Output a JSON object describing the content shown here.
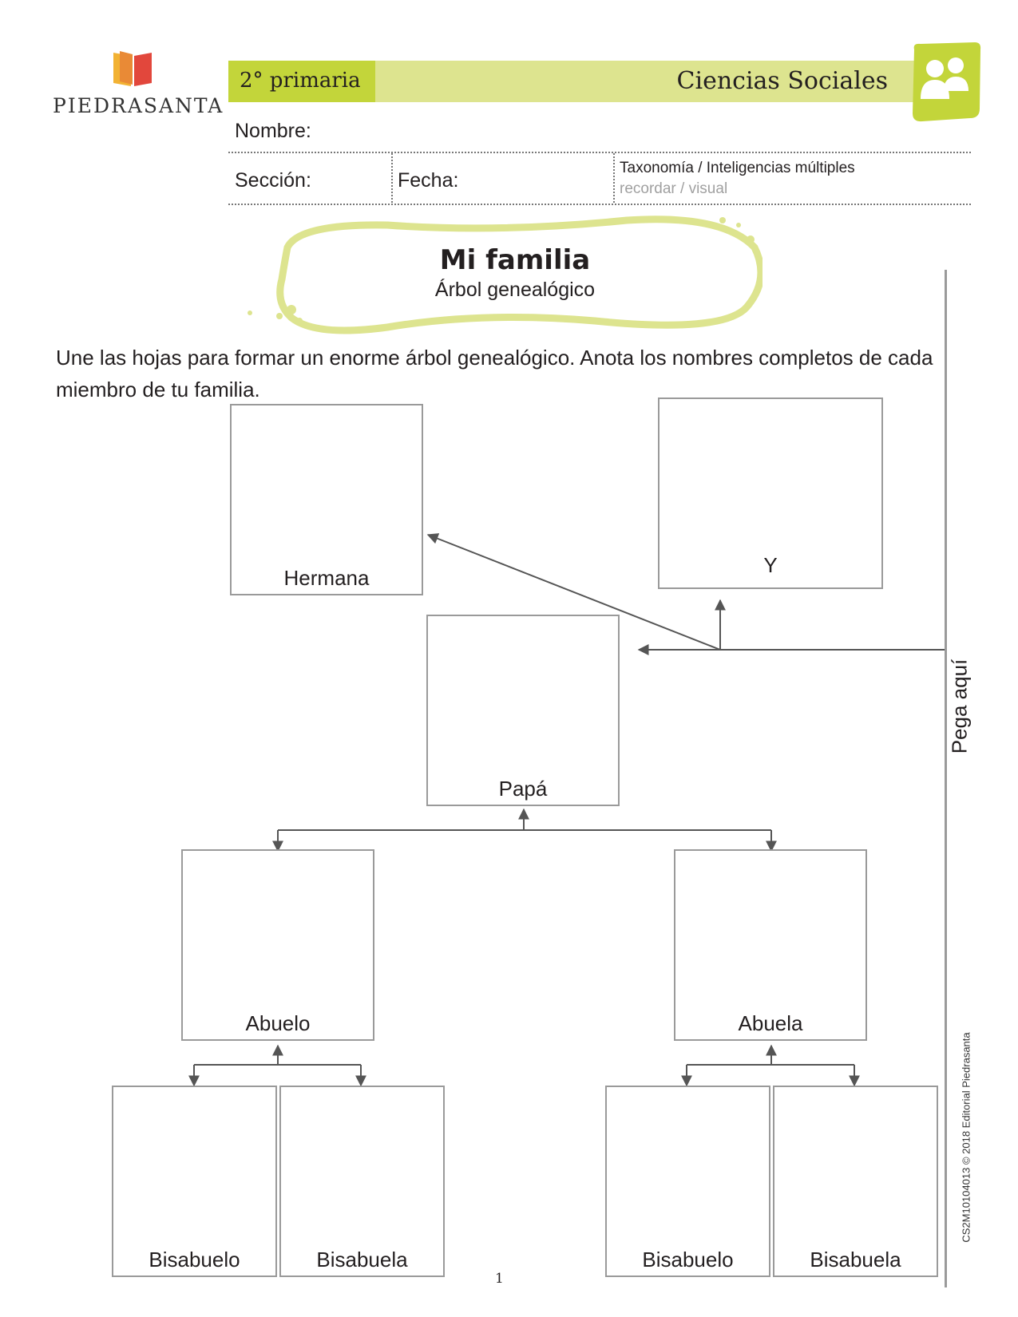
{
  "brand": {
    "name": "PIEDRASANTA",
    "logo_icon": "open-book-icon"
  },
  "header": {
    "grade": "2° primaria",
    "subject": "Ciencias Sociales",
    "subject_icon": "people-icon",
    "colors": {
      "grade_band": "#c3d53a",
      "subject_band": "#dde48f",
      "icon": "#c3d53a"
    }
  },
  "form": {
    "name_label": "Nombre:",
    "section_label": "Sección:",
    "date_label": "Fecha:",
    "taxonomy": "Taxonomía / Inteligencias múltiples",
    "taxonomy_values": "recordar / visual"
  },
  "activity": {
    "title": "Mi familia",
    "subtitle": "Árbol genealógico",
    "instructions": "Une las hojas para formar un enorme árbol genealógico. Anota los nombres completos de cada miembro de tu familia."
  },
  "tree": {
    "hermana": "Hermana",
    "y": "Y",
    "papa": "Papá",
    "abuelo": "Abuelo",
    "abuela": "Abuela",
    "bisabuelo_1": "Bisabuelo",
    "bisabuela_1": "Bisabuela",
    "bisabuelo_2": "Bisabuelo",
    "bisabuela_2": "Bisabuela"
  },
  "side": {
    "paste_here": "Pega aquí",
    "copyright": "CS2M10104013 © 2018 Editorial Piedrasanta"
  },
  "page_number": "1"
}
